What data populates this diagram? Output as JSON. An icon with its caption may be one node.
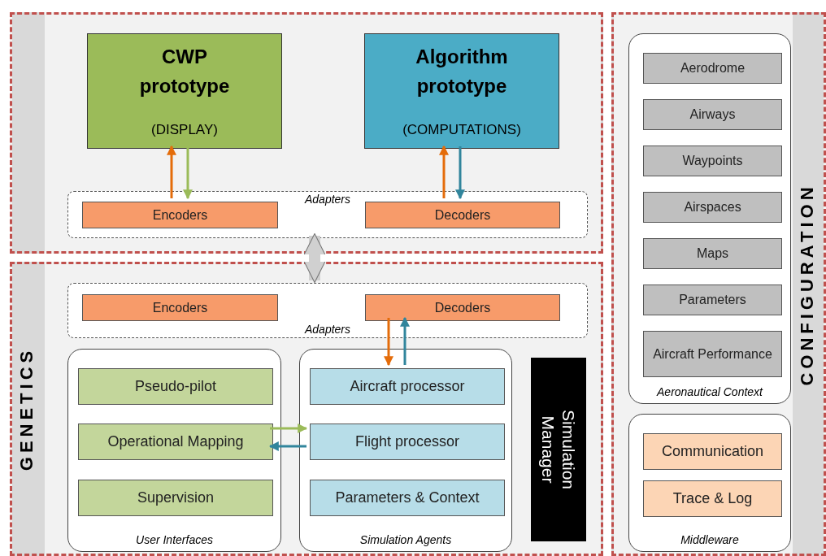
{
  "diagram": {
    "nodes": [
      {
        "text": [],
        "shape": "box"
      },
      {
        "text": [
          "CWP prototype",
          "(DISPLAY)"
        ],
        "in": 0
      },
      {
        "text": [
          "Algorithm prototype",
          "(COMPUTATIONS)"
        ],
        "in": 0
      },
      {
        "text": [
          "Adapters"
        ],
        "in": 0
      },
      {
        "text": [
          "Encoders"
        ],
        "in": 3
      },
      {
        "text": [
          "Decoders"
        ],
        "in": 3
      },
      {
        "text": [
          "GENETICS"
        ]
      },
      {
        "text": [
          "Adapters"
        ],
        "in": 6
      },
      {
        "text": [
          "Encoders"
        ],
        "in": 7
      },
      {
        "text": [
          "Decoders"
        ],
        "in": 7
      },
      {
        "text": [
          "User Interfaces"
        ],
        "in": 6
      },
      {
        "text": [
          "Pseudo-pilot"
        ],
        "in": 10
      },
      {
        "text": [
          "Operational Mapping"
        ],
        "in": 10
      },
      {
        "text": [
          "Supervision"
        ],
        "in": 10
      },
      {
        "text": [
          "Simulation Agents"
        ],
        "in": 6
      },
      {
        "text": [
          "Aircraft processor"
        ],
        "in": 14
      },
      {
        "text": [
          "Flight processor"
        ],
        "in": 14
      },
      {
        "text": [
          "Parameters & Context"
        ],
        "in": 14
      },
      {
        "text": [
          "Simulation Manager"
        ],
        "in": 6
      },
      {
        "text": [
          "CONFIGURATION"
        ]
      },
      {
        "text": [
          "Aeronautical Context"
        ],
        "in": 19
      },
      {
        "text": [
          "Aerodrome"
        ],
        "in": 20
      },
      {
        "text": [
          "Airways"
        ],
        "in": 20
      },
      {
        "text": [
          "Waypoints"
        ],
        "in": 20
      },
      {
        "text": [
          "Airspaces"
        ],
        "in": 20
      },
      {
        "text": [
          "Maps"
        ],
        "in": 20
      },
      {
        "text": [
          "Parameters"
        ],
        "in": 20
      },
      {
        "text": [
          "Aircraft Performance"
        ],
        "in": 20
      },
      {
        "text": [
          "Middleware"
        ],
        "in": 19
      },
      {
        "text": [
          "Communication"
        ],
        "in": 28
      },
      {
        "text": [
          "Trace & Log"
        ],
        "in": 28
      }
    ],
    "edges": [
      {
        "from": 4,
        "to": 1,
        "arrow": "to",
        "color": "#e46c0a"
      },
      {
        "from": 1,
        "to": 4,
        "arrow": "to",
        "color": "#9bbb59"
      },
      {
        "from": 5,
        "to": 2,
        "arrow": "to",
        "color": "#e46c0a"
      },
      {
        "from": 2,
        "to": 5,
        "arrow": "to",
        "color": "#31859c"
      },
      {
        "from": 3,
        "to": 7,
        "arrow": "both",
        "style": "thick",
        "color": "#d0d0d0"
      },
      {
        "from": 9,
        "to": 15,
        "arrow": "to",
        "color": "#e46c0a"
      },
      {
        "from": 15,
        "to": 9,
        "arrow": "to",
        "color": "#31859c"
      },
      {
        "from": 12,
        "to": 16,
        "arrow": "to",
        "color": "#9bbb59"
      },
      {
        "from": 16,
        "to": 12,
        "arrow": "to",
        "color": "#31859c"
      }
    ]
  }
}
